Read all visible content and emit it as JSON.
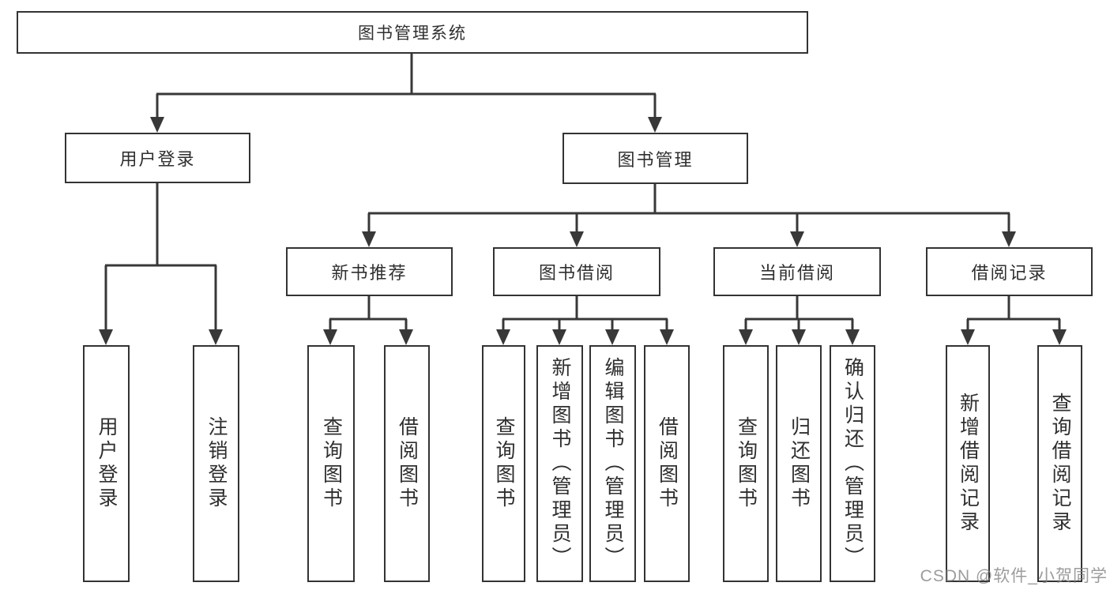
{
  "tree": {
    "label": "图书管理系统",
    "children": [
      {
        "label": "用户登录",
        "children": [
          {
            "label": "用户登录"
          },
          {
            "label": "注销登录"
          }
        ]
      },
      {
        "label": "图书管理",
        "children": [
          {
            "label": "新书推荐",
            "children": [
              {
                "label": "查询图书"
              },
              {
                "label": "借阅图书"
              }
            ]
          },
          {
            "label": "图书借阅",
            "children": [
              {
                "label": "查询图书"
              },
              {
                "label": "新增图书（管理员）"
              },
              {
                "label": "编辑图书（管理员）"
              },
              {
                "label": "借阅图书"
              }
            ]
          },
          {
            "label": "当前借阅",
            "children": [
              {
                "label": "查询图书"
              },
              {
                "label": "归还图书"
              },
              {
                "label": "确认归还（管理员）"
              }
            ]
          },
          {
            "label": "借阅记录",
            "children": [
              {
                "label": "新增借阅记录"
              },
              {
                "label": "查询借阅记录"
              }
            ]
          }
        ]
      }
    ]
  },
  "watermark": "CSDN @软件_小贺同学",
  "colors": {
    "line": "#383838",
    "box_border": "#333333",
    "text": "#2f2f2f",
    "watermark": "#808080",
    "background": "#ffffff"
  }
}
